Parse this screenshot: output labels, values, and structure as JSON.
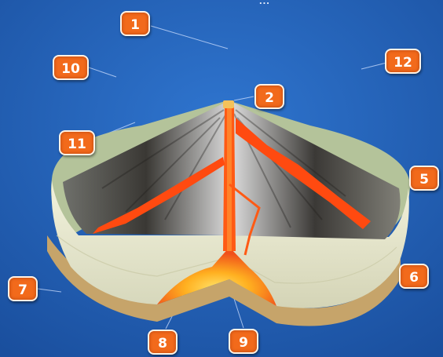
{
  "caption_fragment": "...",
  "colors": {
    "background": "#1f5fb8",
    "badge": "#f26a1b",
    "magma": "#ff5a14",
    "rock_cut": "#e6e6c8",
    "rock_top": "#b8c7a0",
    "base": "#c8a56a",
    "cone_dark": "#2e2a28"
  },
  "labels": [
    {
      "id": "1",
      "text": "1"
    },
    {
      "id": "2",
      "text": "2"
    },
    {
      "id": "5",
      "text": "5"
    },
    {
      "id": "6",
      "text": "6"
    },
    {
      "id": "7",
      "text": "7"
    },
    {
      "id": "8",
      "text": "8"
    },
    {
      "id": "9",
      "text": "9"
    },
    {
      "id": "10",
      "text": "10"
    },
    {
      "id": "11",
      "text": "11"
    },
    {
      "id": "12",
      "text": "12"
    }
  ]
}
